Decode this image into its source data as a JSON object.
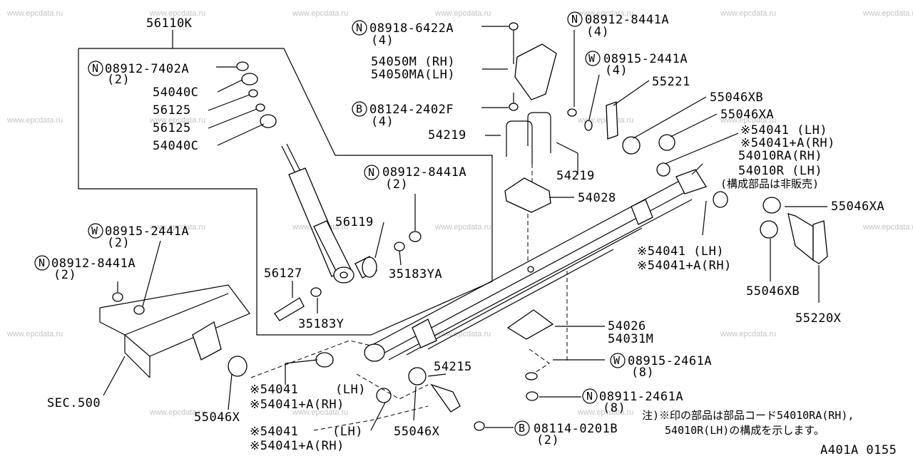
{
  "watermark": "www.epcdata.ru",
  "circled": {
    "N": "N",
    "W": "W",
    "B": "B"
  },
  "labels": {
    "l56110k": "56110K",
    "l08912_7402a": "08912-7402A",
    "q2": "(2)",
    "q4": "(4)",
    "q8": "(8)",
    "l54040c": "54040C",
    "l56125": "56125",
    "l08918_6422a": "08918-6422A",
    "l54050m": "54050M (RH)",
    "l54050ma": "54050MA(LH)",
    "l08124_2402f": "08124-2402F",
    "l54219": "54219",
    "l08912_8441a": "08912-8441A",
    "l08915_2441a": "08915-2441A",
    "l55221": "55221",
    "l55046xb": "55046XB",
    "l55046xa": "55046XA",
    "l54041_lh": "※54041   (LH)",
    "l54041a_rh": "※54041+A(RH)",
    "l54010ra": "54010RA(RH)",
    "l54010r": "54010R  (LH)",
    "kousei": "(構成部品は非販売)",
    "l54028": "54028",
    "l56119": "56119",
    "l35183ya": "35183YA",
    "l56127": "56127",
    "l35183y": "35183Y",
    "l54041_lh2": "※54041  (LH)",
    "l54041a_rh2": "※54041+A(RH)",
    "l55220x": "55220X",
    "l54026": "54026",
    "l54031m": "54031M",
    "l08915_2461a": "08915-2461A",
    "l08911_2461a": "08911-2461A",
    "l08114_0201b": "08114-0201B",
    "l54215": "54215",
    "l55046x": "55046X",
    "lsec500": "SEC.500",
    "l54041_b": "※54041",
    "l_lh": "(LH)",
    "l54041a_b": "※54041+A(RH)",
    "note1": "注)※印の部品は部品コード54010RA(RH),",
    "note2": "54010R(LH)の構成を示します。",
    "code": "A401A 0155"
  }
}
